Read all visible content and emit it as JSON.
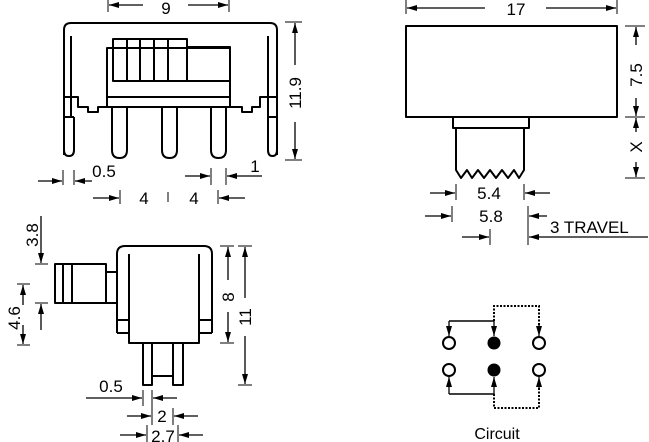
{
  "front_view": {
    "width_label": "9",
    "height_label": "11.9",
    "pin_width_label": "0.5",
    "edge_label": "1",
    "pitch_left_label": "4",
    "pitch_right_label": "4"
  },
  "top_view": {
    "width_label": "17",
    "body_height_label": "7.5",
    "actuator_height_label": "X",
    "actuator_width_label": "5.4",
    "actuator_base_label": "5.8",
    "travel_label": "3 TRAVEL"
  },
  "side_view": {
    "actuator_offset_label": "3.8",
    "actuator_height_label": "4.6",
    "body_height_label": "8",
    "total_height_label": "11",
    "pin_width_label": "0.5",
    "pin_pitch_label": "2",
    "pin_span_label": "2.7"
  },
  "circuit": {
    "title": "Circuit"
  }
}
